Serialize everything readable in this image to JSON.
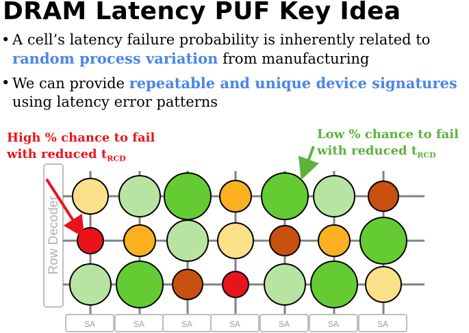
{
  "title": "DRAM Latency PUF Key Idea",
  "bullets": [
    {
      "pre": "A cell’s latency failure probability is inherently related to ",
      "em": "random process variation",
      "post": " from manufacturing"
    },
    {
      "pre": "We can provide ",
      "em": "repeatable and unique device signatures",
      "post": " using latency error patterns"
    }
  ],
  "callouts": {
    "high": {
      "line1": "High % chance to fail",
      "line2": "with reduced t",
      "sub": "RCD"
    },
    "low": {
      "line1": "Low % chance to fail",
      "line2": "with reduced t",
      "sub": "RCD"
    }
  },
  "row_decoder_label": "Row Decoder",
  "sense_amp_label": "SA",
  "colors": {
    "accent_blue": "#4a86e8",
    "high_red": "#e8141b",
    "low_green": "#5db23a",
    "cell_light_yellow": "#fbe08a",
    "cell_light_green": "#b7e4a1",
    "cell_green": "#64cc32",
    "cell_orange": "#fbb11f",
    "cell_dark_orange": "#c9500f",
    "cell_red": "#e8141b"
  },
  "cells": [
    [
      "light-yellow",
      "light-green",
      "green",
      "orange",
      "green",
      "light-green",
      "dark-orange"
    ],
    [
      "red",
      "orange",
      "light-green",
      "light-yellow",
      "dark-orange",
      "orange",
      "green"
    ],
    [
      "light-green",
      "green",
      "dark-orange",
      "red",
      "light-green",
      "green",
      "light-yellow"
    ]
  ]
}
